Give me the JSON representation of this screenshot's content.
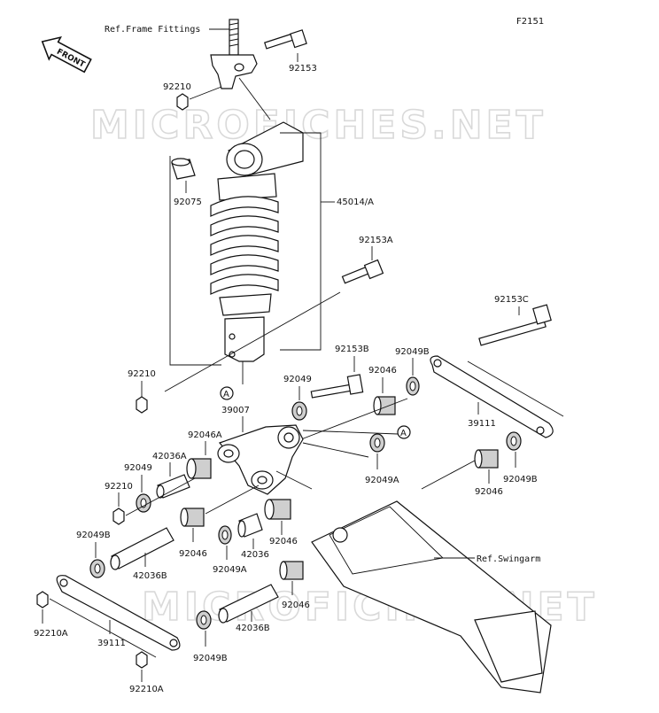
{
  "diagram": {
    "code": "F2151",
    "front_label": "FRONT",
    "watermark": "MICROFICHES.NET",
    "ref_frame": "Ref.Frame Fittings",
    "ref_swingarm": "Ref.Swingarm",
    "marker": "A",
    "labels": {
      "l92210_top": "92210",
      "l92153_top": "92153",
      "l92075": "92075",
      "l45014": "45014/A",
      "l92153A": "92153A",
      "l92210_mid": "92210",
      "l92153C": "92153C",
      "l92153B": "92153B",
      "l92049B_top": "92049B",
      "l92049_top": "92049",
      "l92046_top": "92046",
      "l39007": "39007",
      "l39111_right": "39111",
      "l92046A": "92046A",
      "l42036A": "42036A",
      "l92049_left": "92049",
      "l92210_left": "92210",
      "l92049A_right": "92049A",
      "l92049B_right": "92049B",
      "l92046_right": "92046",
      "l92049B_left": "92049B",
      "l92046_c1": "92046",
      "l42036": "42036",
      "l92046_c2": "92046",
      "l92049A_c": "92049A",
      "l42036B_left": "42036B",
      "l92046_low": "92046",
      "l92210A_left": "92210A",
      "l39111_left": "39111",
      "l42036B_low": "42036B",
      "l92049B_low": "92049B",
      "l92210A_low": "92210A"
    }
  }
}
